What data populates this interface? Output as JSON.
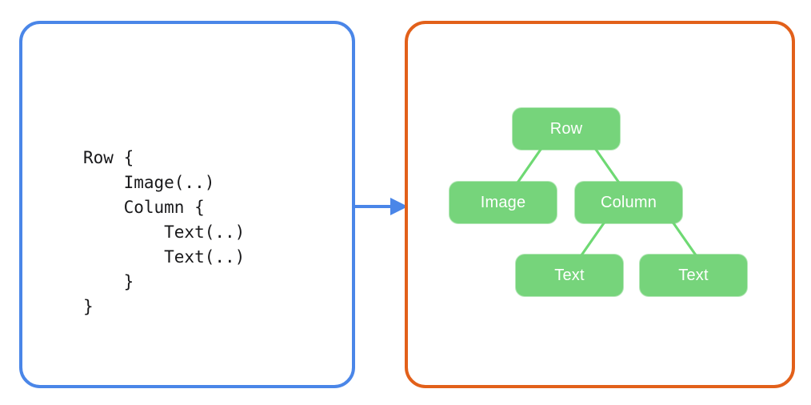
{
  "background_color": "#ffffff",
  "code_panel": {
    "name": "code-panel",
    "border_color": "#4a86e8",
    "code_text": "Row {\n    Image(..)\n    Column {\n        Text(..)\n        Text(..)\n    }\n}",
    "code_lines": [
      "Row {",
      "    Image(..)",
      "    Column {",
      "        Text(..)",
      "        Text(..)",
      "    }",
      "}"
    ],
    "text_color": "#18181a"
  },
  "arrow": {
    "name": "transform-arrow",
    "color": "#4a86e8",
    "direction": "right"
  },
  "tree_panel": {
    "name": "tree-panel",
    "border_color": "#e2601a",
    "node_fill": "#76d47b",
    "node_label_color": "#ffffff",
    "edge_color": "#6ed973",
    "nodes": [
      {
        "id": "row",
        "label": "Row"
      },
      {
        "id": "image",
        "label": "Image"
      },
      {
        "id": "column",
        "label": "Column"
      },
      {
        "id": "text1",
        "label": "Text"
      },
      {
        "id": "text2",
        "label": "Text"
      }
    ],
    "edges": [
      {
        "from": "row",
        "to": "image"
      },
      {
        "from": "row",
        "to": "column"
      },
      {
        "from": "column",
        "to": "text1"
      },
      {
        "from": "column",
        "to": "text2"
      }
    ]
  }
}
